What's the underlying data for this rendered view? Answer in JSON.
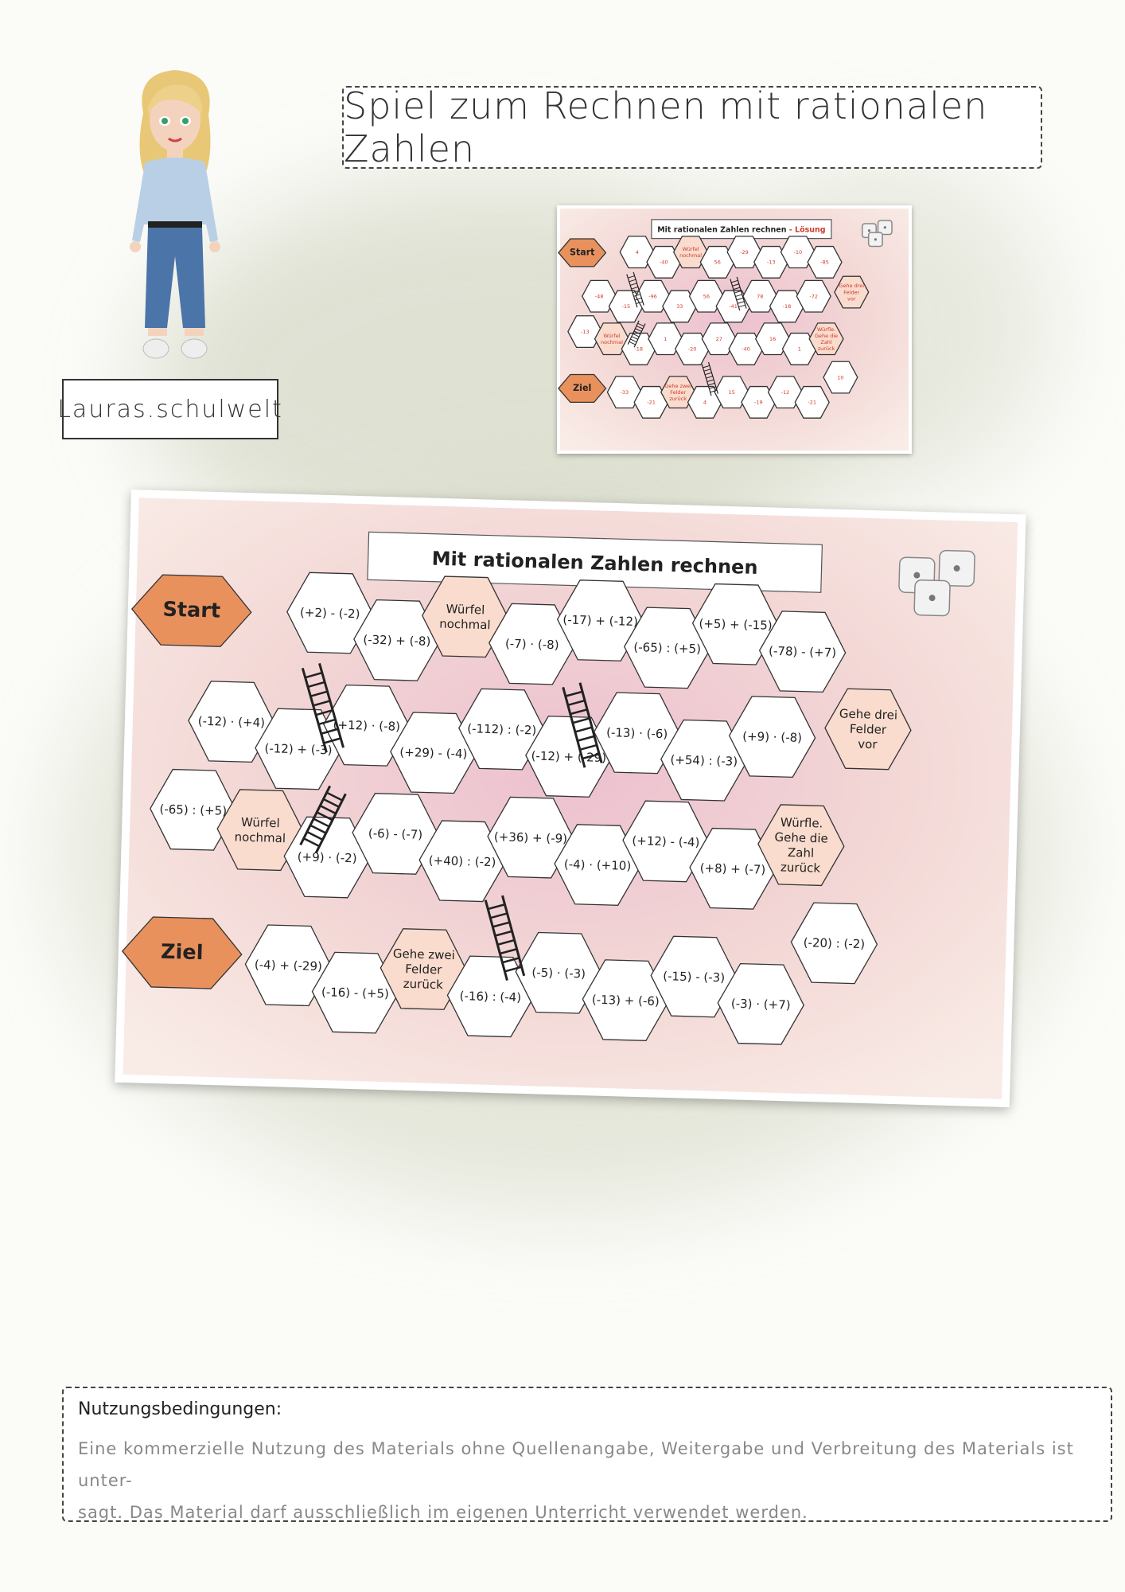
{
  "header": {
    "title": "Spiel zum Rechnen mit rationalen Zahlen"
  },
  "brand": {
    "label": "Lauras.schulwelt"
  },
  "colors": {
    "accent": "#e9915d",
    "special": "#f9dccd",
    "ink": "#333333",
    "solution_red": "#d03a2e"
  },
  "board": {
    "title": "Mit rationalen Zahlen rechnen",
    "dice_icon": "dice-icon",
    "start_label": "Start",
    "goal_label": "Ziel",
    "row1": [
      "(+2) - (-2)",
      "(-32) + (-8)",
      "Würfel nochmal",
      "(-7) · (-8)",
      "(-17) + (-12)",
      "(-65) : (+5)",
      "(+5) + (-15)",
      "(-78) - (+7)"
    ],
    "turn1": "Gehe drei Felder vor",
    "row2": [
      "(-12) · (+4)",
      "(-12) + (-3)",
      "(+12) · (-8)",
      "(+29) - (-4)",
      "(-112) : (-2)",
      "(-12) + (-29)",
      "(-13) · (-6)",
      "(+54) : (-3)",
      "(+9) · (-8)"
    ],
    "turn2": "(-65) : (+5)",
    "row3": [
      "Würfel nochmal",
      "(+9) · (-2)",
      "(-6) - (-7)",
      "(+40) : (-2)",
      "(+36) + (-9)",
      "(-4) · (+10)",
      "(+12) - (-4)",
      "(+8) + (-7)",
      "Würfle. Gehe die Zahl zurück"
    ],
    "turn3": "(-20) : (-2)",
    "row4": [
      "(-4) + (-29)",
      "(-16) - (+5)",
      "Gehe zwei Felder zurück",
      "(-16) : (-4)",
      "(-5) · (-3)",
      "(-13) + (-6)",
      "(-15) - (-3)",
      "(-3) · (+7)"
    ]
  },
  "solution": {
    "title": "Mit rationalen Zahlen rechnen",
    "title_suffix": "Lösung",
    "start_label": "Start",
    "goal_label": "Ziel",
    "row1": [
      "4",
      "-40",
      "Würfel nochmal",
      "56",
      "-29",
      "-13",
      "-10",
      "-85"
    ],
    "turn1": "Gehe drei Felder vor",
    "row2": [
      "-48",
      "-15",
      "-96",
      "33",
      "56",
      "-41",
      "78",
      "-18",
      "-72"
    ],
    "turn2": "-13",
    "row3": [
      "Würfel nochmal",
      "-18",
      "1",
      "-20",
      "27",
      "-40",
      "16",
      "1",
      "Würfle. Gehe die Zahl zurück"
    ],
    "turn3": "10",
    "row4": [
      "-33",
      "-21",
      "Gehe zwei Felder zurück",
      "4",
      "15",
      "-19",
      "-12",
      "-21"
    ]
  },
  "footer": {
    "heading": "Nutzungsbedingungen:",
    "line1": "Eine kommerzielle Nutzung des Materials ohne Quellenangabe, Weitergabe und Verbreitung des Materials ist unter-",
    "line2": "sagt. Das Material darf ausschließlich im eigenen Unterricht verwendet werden."
  }
}
